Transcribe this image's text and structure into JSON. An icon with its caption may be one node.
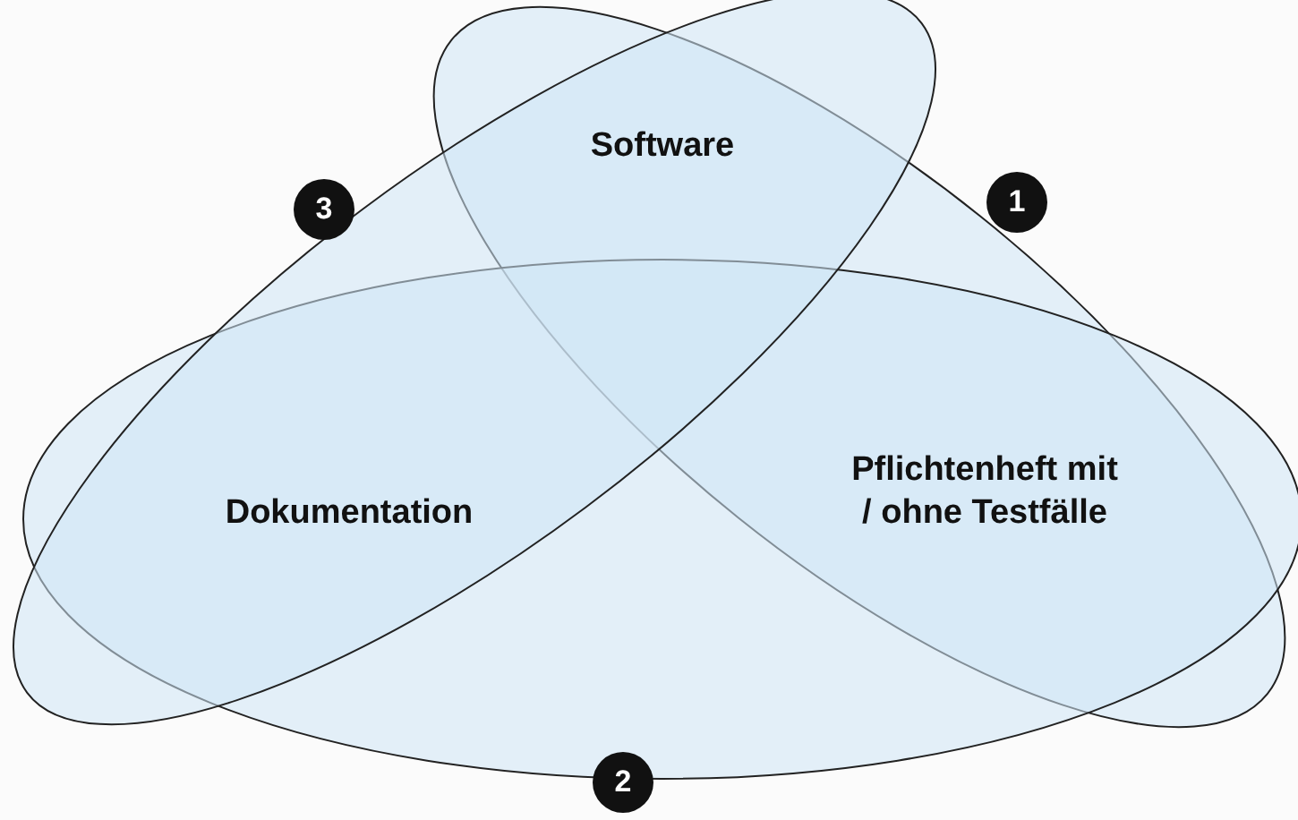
{
  "diagram": {
    "nodes": [
      {
        "text": [],
        "shape": "ellipse"
      },
      {
        "text": [],
        "shape": "ellipse"
      },
      {
        "text": [],
        "shape": "ellipse"
      },
      {
        "text": [
          "3"
        ]
      },
      {
        "text": [
          "1"
        ]
      },
      {
        "text": [
          "2"
        ]
      }
    ],
    "labels": [
      "Software",
      "Dokumentation",
      "Pflichtenheft mit / ohne Testfälle"
    ]
  }
}
